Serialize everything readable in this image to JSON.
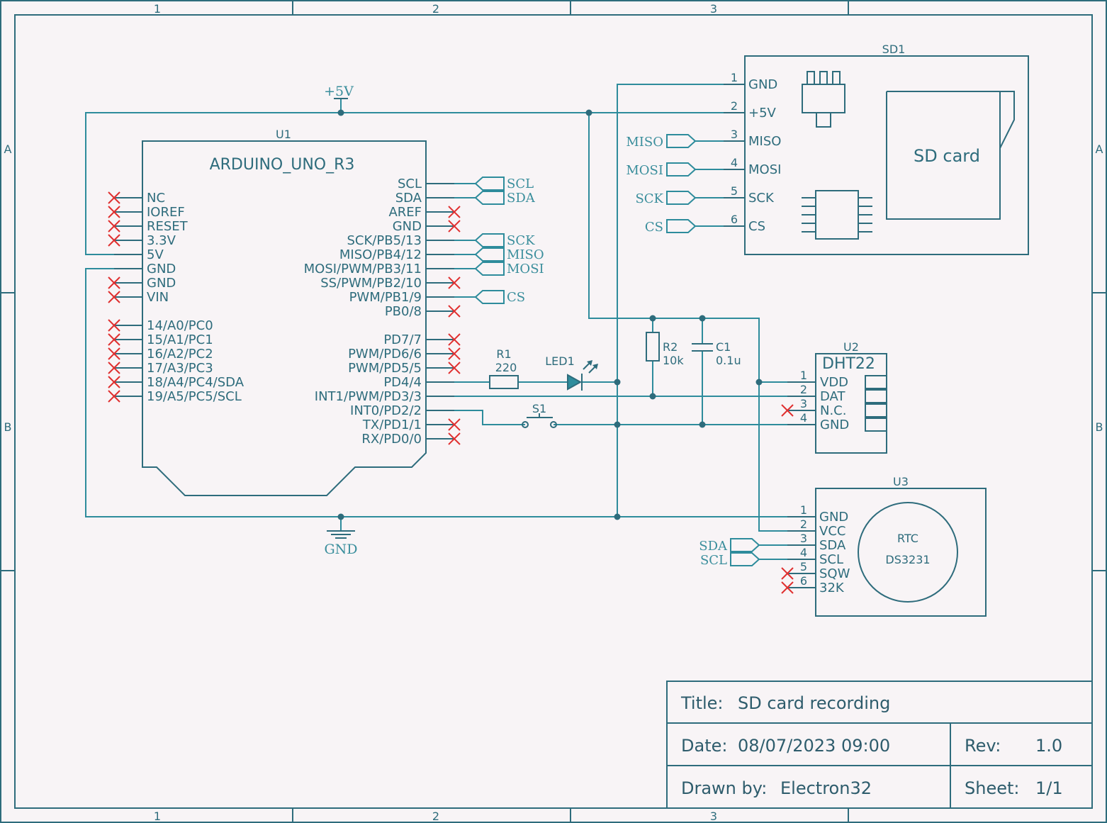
{
  "frame": {
    "col_labels": [
      "1",
      "2",
      "3"
    ],
    "row_labels": [
      "A",
      "B"
    ]
  },
  "power": {
    "vcc": "+5V",
    "gnd": "GND"
  },
  "u1": {
    "ref": "U1",
    "name": "ARDUINO_UNO_R3",
    "left_pins": [
      "NC",
      "IOREF",
      "RESET",
      "3.3V",
      "5V",
      "GND",
      "GND",
      "VIN",
      "14/A0/PC0",
      "15/A1/PC1",
      "16/A2/PC2",
      "17/A3/PC3",
      "18/A4/PC4/SDA",
      "19/A5/PC5/SCL"
    ],
    "right_pins": [
      "SCL",
      "SDA",
      "AREF",
      "GND",
      "SCK/PB5/13",
      "MISO/PB4/12",
      "MOSI/PWM/PB3/11",
      "SS/PWM/PB2/10",
      "PWM/PB1/9",
      "PB0/8",
      "PD7/7",
      "PWM/PD6/6",
      "PWM/PD5/5",
      "PD4/4",
      "INT1/PWM/PD3/3",
      "INT0/PD2/2",
      "TX/PD1/1",
      "RX/PD0/0"
    ]
  },
  "u1_net_labels": [
    "SCL",
    "SDA",
    "SCK",
    "MISO",
    "MOSI",
    "CS"
  ],
  "sd1": {
    "ref": "SD1",
    "title": "SD card",
    "pin_numbers": [
      "1",
      "2",
      "3",
      "4",
      "5",
      "6"
    ],
    "pin_names": [
      "GND",
      "+5V",
      "MISO",
      "MOSI",
      "SCK",
      "CS"
    ],
    "net_labels": [
      "MISO",
      "MOSI",
      "SCK",
      "CS"
    ]
  },
  "r1": {
    "ref": "R1",
    "value": "220"
  },
  "led1": {
    "ref": "LED1"
  },
  "r2": {
    "ref": "R2",
    "value": "10k"
  },
  "c1": {
    "ref": "C1",
    "value": "0.1u"
  },
  "s1": {
    "ref": "S1"
  },
  "u2": {
    "ref": "U2",
    "name": "DHT22",
    "pin_numbers": [
      "1",
      "2",
      "3",
      "4"
    ],
    "pin_names": [
      "VDD",
      "DAT",
      "N.C.",
      "GND"
    ]
  },
  "u3": {
    "ref": "U3",
    "line1": "RTC",
    "line2": "DS3231",
    "pin_numbers": [
      "1",
      "2",
      "3",
      "4",
      "5",
      "6"
    ],
    "pin_names": [
      "GND",
      "VCC",
      "SDA",
      "SCL",
      "SQW",
      "32K"
    ],
    "net_labels": [
      "SDA",
      "SCL"
    ]
  },
  "title_block": {
    "title_label": "Title:",
    "title": "SD card recording",
    "date_label": "Date:",
    "date": "08/07/2023 09:00",
    "rev_label": "Rev:",
    "rev": "1.0",
    "drawn_label": "Drawn by:",
    "drawn_by": "Electron32",
    "sheet_label": "Sheet:",
    "sheet": "1/1"
  },
  "colors": {
    "line": "#2e6c7c",
    "wire": "#2e8c9c",
    "nc_mark": "#e03030",
    "paper": "#f8f4f6"
  }
}
